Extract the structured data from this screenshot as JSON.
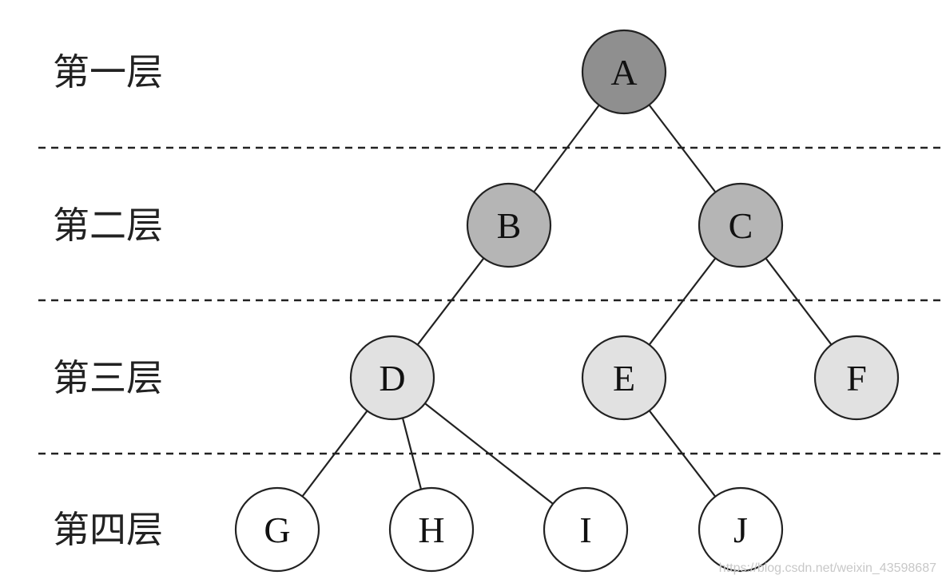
{
  "levels": [
    {
      "label": "第一层"
    },
    {
      "label": "第二层"
    },
    {
      "label": "第三层"
    },
    {
      "label": "第四层"
    }
  ],
  "nodes": [
    {
      "id": "A",
      "label": "A",
      "level": 1,
      "color": "#8f8f8f"
    },
    {
      "id": "B",
      "label": "B",
      "level": 2,
      "color": "#b5b5b5"
    },
    {
      "id": "C",
      "label": "C",
      "level": 2,
      "color": "#b5b5b5"
    },
    {
      "id": "D",
      "label": "D",
      "level": 3,
      "color": "#e1e1e1"
    },
    {
      "id": "E",
      "label": "E",
      "level": 3,
      "color": "#e1e1e1"
    },
    {
      "id": "F",
      "label": "F",
      "level": 3,
      "color": "#e1e1e1"
    },
    {
      "id": "G",
      "label": "G",
      "level": 4,
      "color": "#ffffff"
    },
    {
      "id": "H",
      "label": "H",
      "level": 4,
      "color": "#ffffff"
    },
    {
      "id": "I",
      "label": "I",
      "level": 4,
      "color": "#ffffff"
    },
    {
      "id": "J",
      "label": "J",
      "level": 4,
      "color": "#ffffff"
    }
  ],
  "edges": [
    [
      "A",
      "B"
    ],
    [
      "A",
      "C"
    ],
    [
      "B",
      "D"
    ],
    [
      "C",
      "E"
    ],
    [
      "C",
      "F"
    ],
    [
      "D",
      "G"
    ],
    [
      "D",
      "H"
    ],
    [
      "D",
      "I"
    ],
    [
      "E",
      "J"
    ]
  ],
  "watermark": "https://blog.csdn.net/weixin_43598687"
}
